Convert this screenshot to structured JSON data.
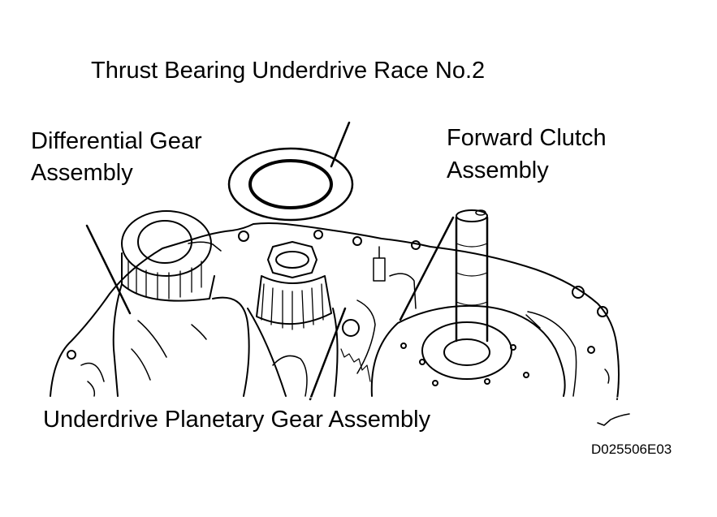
{
  "labels": {
    "thrust_bearing": "Thrust Bearing Underdrive Race No.2",
    "differential_line1": "Differential Gear",
    "differential_line2": "Assembly",
    "forward_clutch_line1": "Forward Clutch",
    "forward_clutch_line2": "Assembly",
    "underdrive_planetary": "Underdrive Planetary Gear Assembly"
  },
  "figure_id": "D025506E03",
  "colors": {
    "line": "#000000",
    "background": "#ffffff"
  }
}
